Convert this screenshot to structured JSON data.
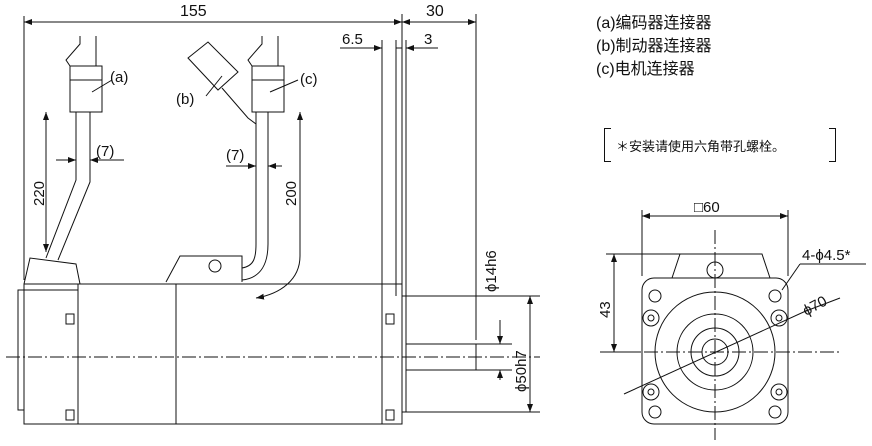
{
  "legend": {
    "a": "(a)编码器连接器",
    "b": "(b)制动器连接器",
    "c": "(c)电机连接器"
  },
  "note": "＊安装请使用六角带孔螺栓。",
  "side_view": {
    "dim_length": "155",
    "dim_shaft_length": "30",
    "dim_flange_thickness": "6.5",
    "dim_spigot": "3",
    "dim_cable_a": "220",
    "dim_cable_c": "200",
    "dim_connector_a": "(7)",
    "dim_connector_c": "(7)",
    "dim_shaft_dia": "ϕ14h6",
    "dim_spigot_dia": "ϕ50h7",
    "label_a": "(a)",
    "label_b": "(b)",
    "label_c": "(c)"
  },
  "front_view": {
    "dim_square": "□60",
    "dim_holes": "4-ϕ4.5*",
    "dim_pcd": "ϕ70",
    "dim_height": "43"
  }
}
